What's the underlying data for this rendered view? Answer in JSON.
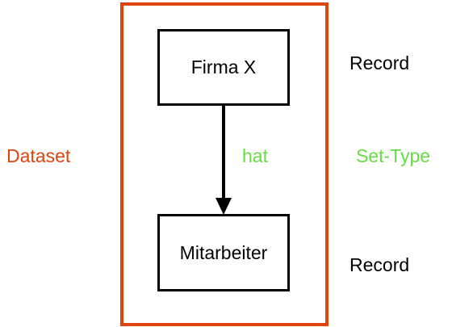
{
  "colors": {
    "dataset": "#e0440e",
    "settype": "#66dd44",
    "ink": "#000000"
  },
  "dataset": {
    "label": "Dataset"
  },
  "records": {
    "top": {
      "box_text": "Firma X",
      "side_label": "Record"
    },
    "bottom": {
      "box_text": "Mitarbeiter",
      "side_label": "Record"
    }
  },
  "relation": {
    "label": "hat",
    "type_label": "Set-Type"
  }
}
